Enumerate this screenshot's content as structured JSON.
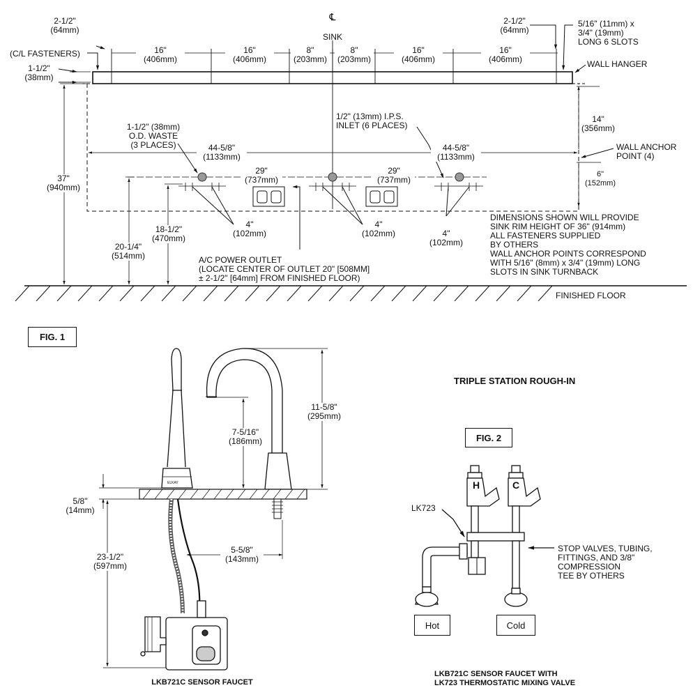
{
  "top": {
    "centerline_symbol": "℄",
    "sink": "SINK",
    "end_offset_left": [
      "2-1/2\"",
      "(64mm)"
    ],
    "end_offset_right": [
      "2-1/2\"",
      "(64mm)"
    ],
    "slots": [
      "5/16\" (11mm) x",
      "3/4\" (19mm)",
      "LONG 6 SLOTS"
    ],
    "cl_fasteners": "(C/L FASTENERS)",
    "hanger_height": [
      "1-1/2\"",
      "(38mm)"
    ],
    "spacings": [
      [
        "16\"",
        "(406mm)"
      ],
      [
        "16\"",
        "(406mm)"
      ],
      [
        "8\"",
        "(203mm)"
      ],
      [
        "8\"",
        "(203mm)"
      ],
      [
        "16\"",
        "(406mm)"
      ],
      [
        "16\"",
        "(406mm)"
      ]
    ],
    "wall_hanger": "WALL HANGER",
    "waste": [
      "1-1/2\" (38mm)",
      "O.D. WASTE",
      "(3 PLACES)"
    ],
    "inlet": [
      "1/2\" (13mm) I.P.S.",
      "INLET (6 PLACES)"
    ],
    "half_span_left": [
      "44-5/8\"",
      "(1133mm)"
    ],
    "half_span_right": [
      "44-5/8\"",
      "(1133mm)"
    ],
    "wall_anchor": [
      "WALL ANCHOR",
      "POINT (4)"
    ],
    "anchor_drop": [
      "14\"",
      "(356mm)"
    ],
    "anchor_height": [
      "6\"",
      "(152mm)"
    ],
    "outlet_spacing_left": [
      "29\"",
      "(737mm)"
    ],
    "outlet_spacing_right": [
      "29\"",
      "(737mm)"
    ],
    "rim_height": [
      "37\"",
      "(940mm)"
    ],
    "waste_height": [
      "20-1/4\"",
      "(514mm)"
    ],
    "inlet_height": [
      "18-1/2\"",
      "(470mm)"
    ],
    "inlet_spacing_1": [
      "4\"",
      "(102mm)"
    ],
    "inlet_spacing_2": [
      "4\"",
      "(102mm)"
    ],
    "inlet_spacing_3": [
      "4\"",
      "(102mm)"
    ],
    "power_outlet": [
      "A/C POWER OUTLET",
      "(LOCATE CENTER OF OUTLET 20\" [508MM]",
      "± 2-1/2\" [64mm] FROM FINISHED FLOOR)"
    ],
    "notes": [
      "DIMENSIONS SHOWN WILL PROVIDE",
      "SINK RIM HEIGHT OF 36\" (914mm)",
      "ALL FASTENERS SUPPLIED",
      "BY OTHERS",
      "WALL ANCHOR POINTS CORRESPOND",
      "WITH 5/16\" (8mm) x 3/4\" (19mm) LONG",
      "SLOTS IN SINK TURNBACK"
    ],
    "finished_floor": "FINISHED FLOOR"
  },
  "fig1": {
    "label": "FIG. 1",
    "brand_mark": "ELKAY",
    "spout_height": [
      "11-5/8\"",
      "(295mm)"
    ],
    "spout_clearance": [
      "7-5/16\"",
      "(186mm)"
    ],
    "deck_thickness": [
      "5/8\"",
      "(14mm)"
    ],
    "box_drop": [
      "23-1/2\"",
      "(597mm)"
    ],
    "spout_reach": [
      "5-5/8\"",
      "(143mm)"
    ],
    "caption": "LKB721C SENSOR FAUCET"
  },
  "title": "TRIPLE STATION ROUGH-IN",
  "fig2": {
    "label": "FIG. 2",
    "hot_letter": "H",
    "cold_letter": "C",
    "valve_tag": "LK723",
    "stop_note": [
      "STOP VALVES, TUBING,",
      "FITTINGS, AND 3/8\"",
      "COMPRESSION",
      "TEE BY OTHERS"
    ],
    "hot_label": "Hot",
    "cold_label": "Cold",
    "caption": [
      "LKB721C SENSOR FAUCET WITH",
      "LK723 THERMOSTATIC MIXING VALVE"
    ]
  }
}
